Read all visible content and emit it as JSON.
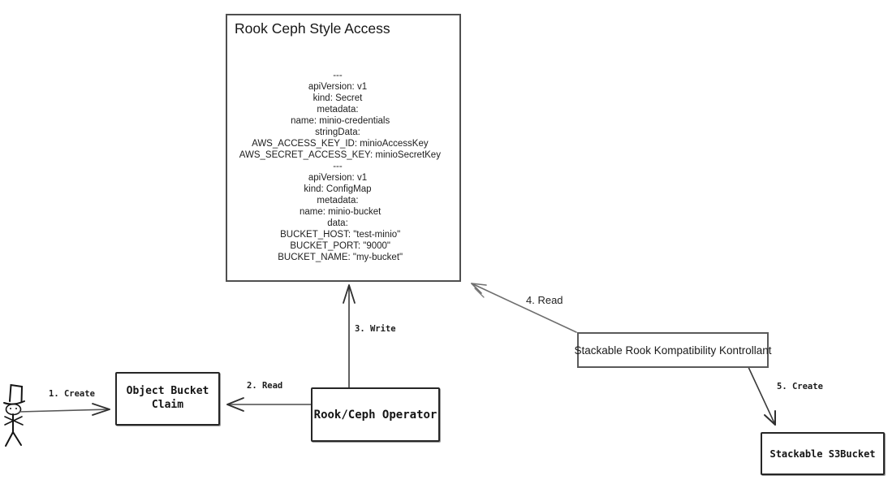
{
  "rook_box": {
    "title": "Rook Ceph Style Access",
    "yaml": "---\napiVersion: v1\nkind: Secret\nmetadata:\n  name: minio-credentials\nstringData:\n  AWS_ACCESS_KEY_ID: minioAccessKey\n  AWS_SECRET_ACCESS_KEY: minioSecretKey\n---\napiVersion: v1\nkind: ConfigMap\nmetadata:\n  name: minio-bucket\ndata:\n  BUCKET_HOST: \"test-minio\"\n  BUCKET_PORT: \"9000\"\n  BUCKET_NAME: \"my-bucket\""
  },
  "nodes": {
    "object_bucket_claim": {
      "label": "Object Bucket Claim"
    },
    "rook_ceph_operator": {
      "label": "Rook/Ceph Operator"
    },
    "stackable_kontrollant": {
      "label": "Stackable Rook Kompatibility Kontrollant"
    },
    "stackable_s3bucket": {
      "label": "Stackable S3Bucket"
    }
  },
  "edges": {
    "e1": {
      "label": "1. Create",
      "from": "user-actor",
      "to": "object_bucket_claim"
    },
    "e2": {
      "label": "2. Read",
      "from": "rook_ceph_operator",
      "to": "object_bucket_claim"
    },
    "e3": {
      "label": "3. Write",
      "from": "rook_ceph_operator",
      "to": "rook_box"
    },
    "e4": {
      "label": "4. Read",
      "from": "stackable_kontrollant",
      "to": "rook_box"
    },
    "e5": {
      "label": "5. Create",
      "from": "stackable_kontrollant",
      "to": "stackable_s3bucket"
    }
  },
  "colors": {
    "sketch_line": "#2f2f2f",
    "clean_line": "#6e6e6e",
    "rook_box_border": "#4f4f4f",
    "text": "#161616",
    "background": "#ffffff"
  }
}
